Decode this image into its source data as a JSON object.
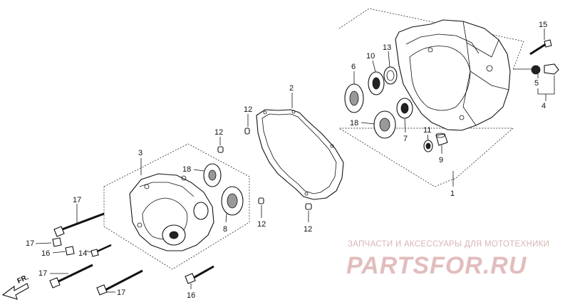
{
  "callouts": {
    "c1": "1",
    "c2": "2",
    "c3": "3",
    "c4": "4",
    "c5": "5",
    "c6": "6",
    "c7": "7",
    "c8": "8",
    "c9": "9",
    "c10": "10",
    "c11": "11",
    "c12a": "12",
    "c12b": "12",
    "c12c": "12",
    "c12d": "12",
    "c13": "13",
    "c14": "14",
    "c15": "15",
    "c16a": "16",
    "c16b": "16",
    "c17a": "17",
    "c17b": "17",
    "c17c": "17",
    "c17d": "17",
    "c18a": "18",
    "c18b": "18"
  },
  "direction_label": "FR.",
  "watermark": {
    "tagline": "ЗАПЧАСТИ И АКСЕССУАРЫ ДЛЯ МОТОТЕХНИКИ",
    "brand": "PARTSFOR.RU"
  },
  "colors": {
    "ink": "#111111",
    "watermark": "#e2bdbd"
  }
}
